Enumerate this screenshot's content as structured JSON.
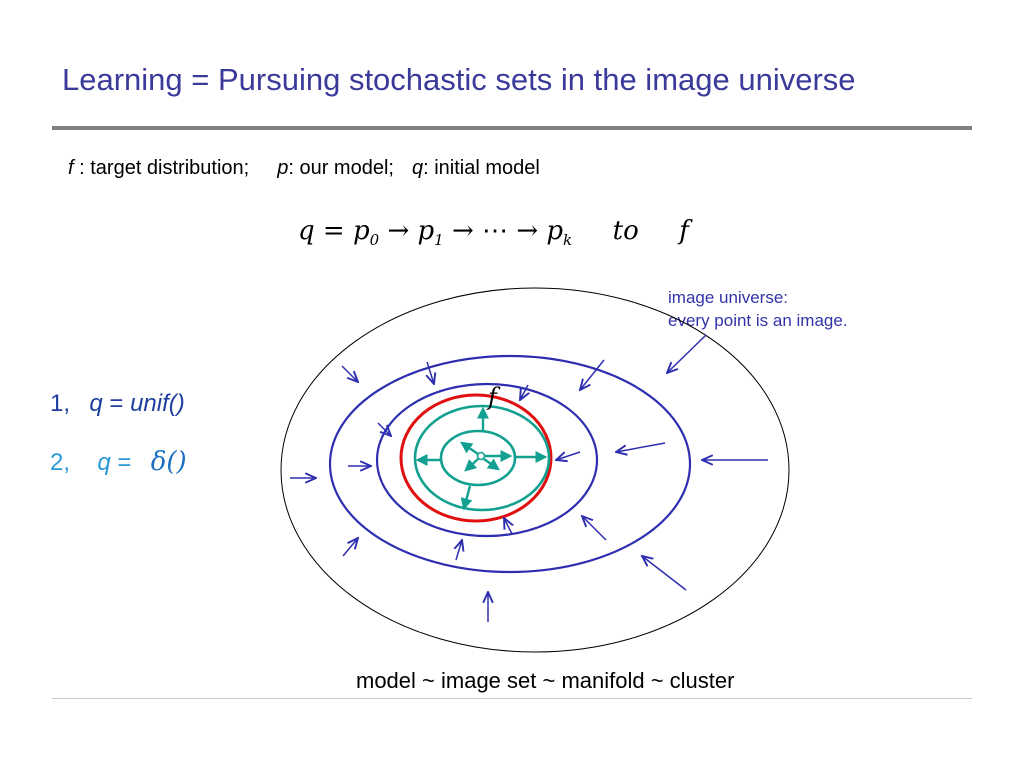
{
  "slide": {
    "title": "Learning = Pursuing stochastic sets in the image universe",
    "definitions": {
      "f_symbol": "f",
      "f_text": " : target distribution;",
      "p_symbol": "p",
      "p_text": ":  our model;",
      "q_symbol": "q",
      "q_text": ":  initial model"
    },
    "formula": {
      "q": "q",
      "eq": "=",
      "p": "p",
      "sub0": "0",
      "sub1": "1",
      "subk": "k",
      "arrow": "→",
      "dots": "⋯",
      "to": "to",
      "f": "f"
    },
    "universe_note": {
      "line1": "image universe:",
      "line2": "every point is an image."
    },
    "case1": {
      "num": "1,",
      "q": "q",
      "eq": "=",
      "value": "unif()"
    },
    "case2": {
      "num": "2,",
      "q": "q",
      "eq": "=",
      "value": "δ()"
    },
    "f_label": "f",
    "bottom_caption": "model  ~  image set  ~  manifold  ~  cluster"
  },
  "colors": {
    "title": "#3a3a9a",
    "universe_ellipse": "#000000",
    "model_ellipse": "#2e2eb0",
    "target_ellipse": "#e01010",
    "initial_ellipse": "#12a090"
  }
}
